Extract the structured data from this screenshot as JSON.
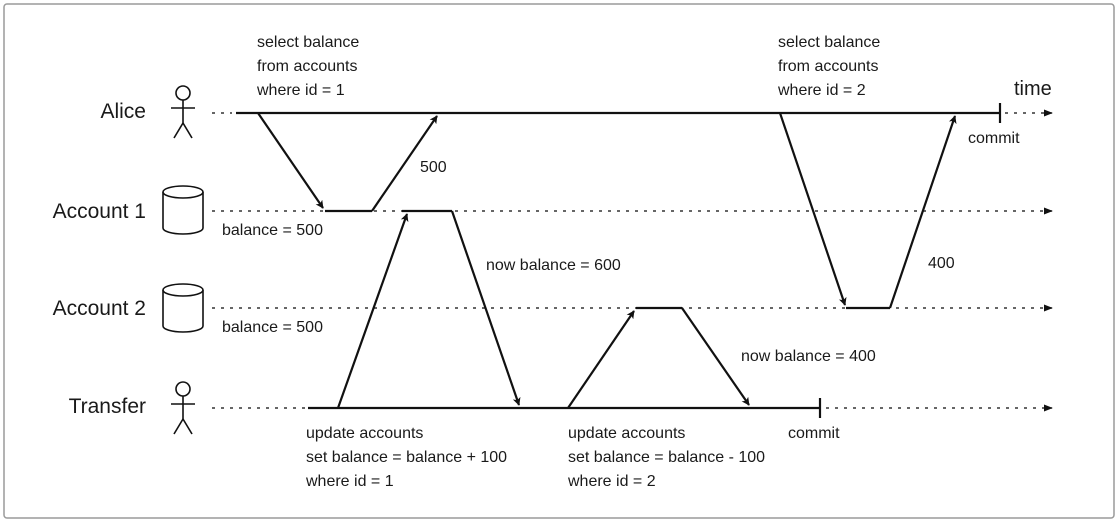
{
  "lanes": {
    "alice": "Alice",
    "account1": "Account 1",
    "account2": "Account 2",
    "transfer": "Transfer"
  },
  "time_label": "time",
  "alice_query1": [
    "select balance",
    "from accounts",
    "where id = 1"
  ],
  "alice_query2": [
    "select balance",
    "from accounts",
    "where id = 2"
  ],
  "alice_commit": "commit",
  "reply_500": "500",
  "reply_400": "400",
  "account1_initial": "balance = 500",
  "account1_now": "now balance = 600",
  "account2_initial": "balance = 500",
  "account2_now": "now balance = 400",
  "transfer_update1": [
    "update accounts",
    "set balance = balance + 100",
    "where id = 1"
  ],
  "transfer_update2": [
    "update accounts",
    "set balance = balance - 100",
    "where id = 2"
  ],
  "transfer_commit": "commit"
}
